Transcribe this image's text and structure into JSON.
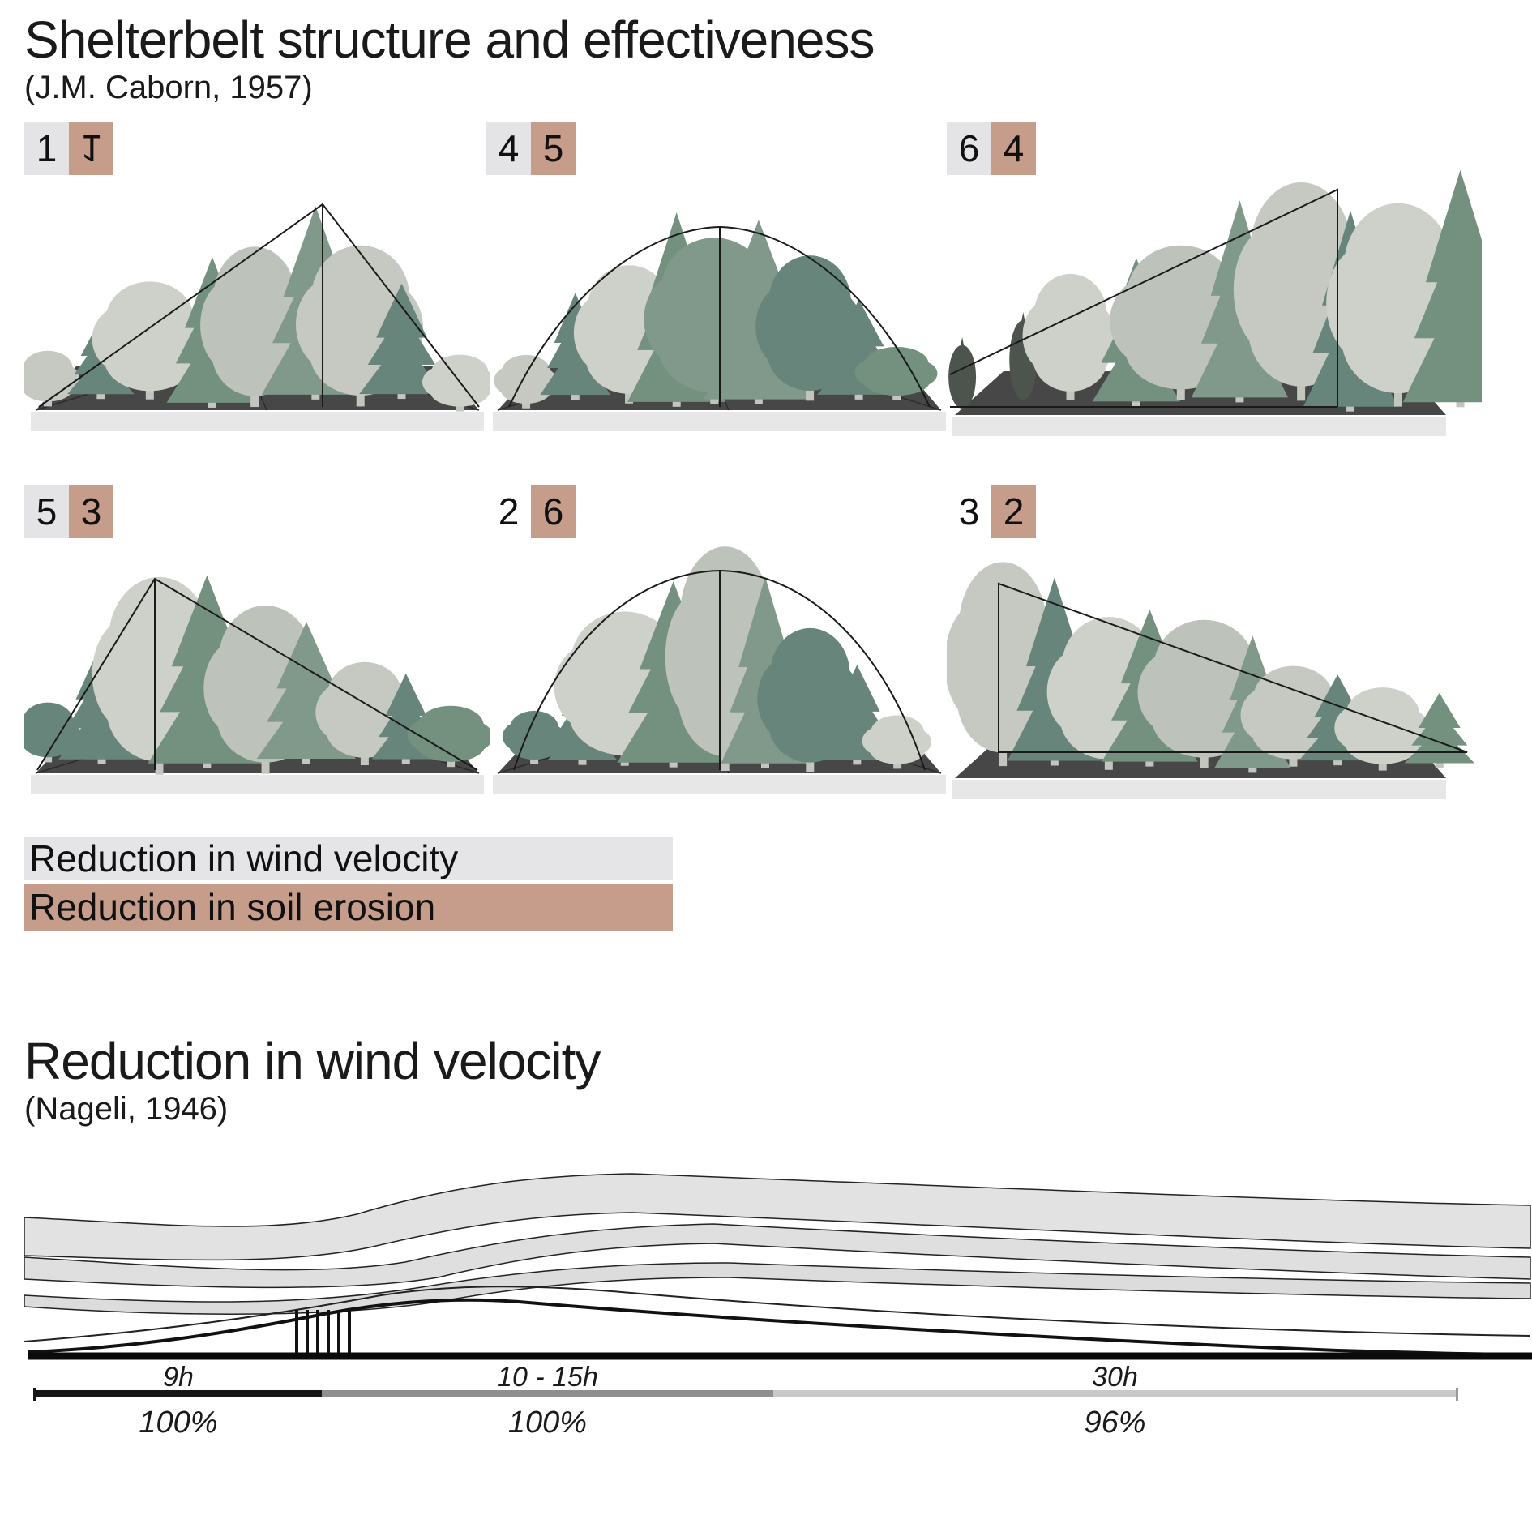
{
  "header": {
    "title": "Shelterbelt structure and effectiveness",
    "subtitle": "(J.M. Caborn, 1957)"
  },
  "legend": {
    "wind": {
      "label": "Reduction in wind velocity",
      "color": "#e5e5e7"
    },
    "erosion": {
      "label": "Reduction in soil erosion",
      "color": "#c69c8a"
    }
  },
  "panels": [
    {
      "wind_rank": "1",
      "erosion_rank": "1",
      "erosion_flipped": true,
      "wind_badge_bg": true,
      "shape": "triangle-apex-right"
    },
    {
      "wind_rank": "4",
      "erosion_rank": "5",
      "erosion_flipped": false,
      "wind_badge_bg": true,
      "shape": "dome"
    },
    {
      "wind_rank": "6",
      "erosion_rank": "4",
      "erosion_flipped": false,
      "wind_badge_bg": true,
      "shape": "wedge-rising"
    },
    {
      "wind_rank": "5",
      "erosion_rank": "3",
      "erosion_flipped": false,
      "wind_badge_bg": true,
      "shape": "triangle-apex-left"
    },
    {
      "wind_rank": "2",
      "erosion_rank": "6",
      "erosion_flipped": false,
      "wind_badge_bg": false,
      "shape": "dome-tall"
    },
    {
      "wind_rank": "3",
      "erosion_rank": "2",
      "erosion_flipped": false,
      "wind_badge_bg": false,
      "shape": "wedge-falling"
    }
  ],
  "section2": {
    "title": "Reduction in wind velocity",
    "subtitle": "(Nageli, 1946)"
  },
  "chart_data": {
    "type": "area",
    "description": "Wind streamlines rising over a shelterbelt, distance zones downwind",
    "zones": [
      {
        "distance": "9h",
        "reduction": "100%",
        "bar_color": "#161616",
        "extent": [
          43,
          397
        ]
      },
      {
        "distance": "10 - 15h",
        "reduction": "100%",
        "bar_color": "#8f8f8f",
        "extent": [
          397,
          954
        ]
      },
      {
        "distance": "30h",
        "reduction": "96%",
        "bar_color": "#c9c9c9",
        "extent": [
          954,
          1797
        ]
      }
    ]
  },
  "palette": {
    "badge_gray": "#e4e4e6",
    "badge_brown": "#c69c8a",
    "tree_greens": [
      "#74907f",
      "#67857a",
      "#80998a"
    ],
    "tree_grays": [
      "#c5c9c2",
      "#bdc2bb",
      "#ced1ca"
    ],
    "tree_dark": "#4c544d",
    "trunk": "#c2c6bf",
    "ground": "#474747",
    "ground_line": "#2b2b2b",
    "base_strip": "#e7e7e7",
    "outline": "#1a1a1a"
  }
}
